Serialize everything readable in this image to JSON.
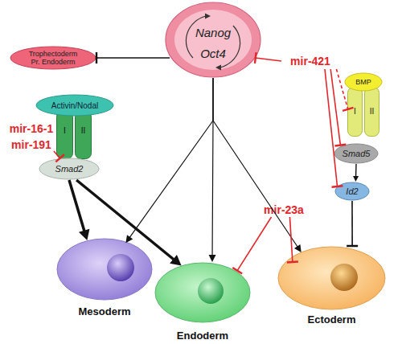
{
  "diagram": {
    "nodes": [
      {
        "text": [
          "Nanog",
          "Oct4"
        ]
      },
      {
        "text": [
          "Trophectoderm Pr. Endoderm"
        ]
      },
      {
        "text": [
          "mir-421"
        ]
      },
      {
        "text": [
          "BMP"
        ]
      },
      {
        "text": [
          "I",
          "II"
        ]
      },
      {
        "text": [
          "Activin/Nodal"
        ]
      },
      {
        "text": [
          "I",
          "II"
        ]
      },
      {
        "text": [
          "mir-16-1",
          "mir-191"
        ]
      },
      {
        "text": [
          "Smad5"
        ]
      },
      {
        "text": [
          "Smad2"
        ]
      },
      {
        "text": [
          "Id2"
        ]
      },
      {
        "text": [
          "mir-23a"
        ]
      },
      {
        "text": [
          "Mesoderm"
        ]
      },
      {
        "text": [
          "Endoderm"
        ]
      },
      {
        "text": [
          "Ectoderm"
        ]
      }
    ],
    "edges": [
      {
        "from": 0,
        "to": 1,
        "arrow": "to"
      },
      {
        "from": 2,
        "to": 0,
        "arrow": "to"
      },
      {
        "from": 2,
        "to": 4,
        "arrow": "to"
      },
      {
        "from": 2,
        "to": 8,
        "arrow": "to"
      },
      {
        "from": 2,
        "to": 10,
        "arrow": "to"
      },
      {
        "from": 7,
        "to": 9,
        "arrow": "to"
      },
      {
        "from": 9,
        "to": 12,
        "arrow": "to"
      },
      {
        "from": 9,
        "to": 13,
        "arrow": "to"
      },
      {
        "from": 0,
        "to": 12,
        "arrow": "to"
      },
      {
        "from": 0,
        "to": 13,
        "arrow": "to"
      },
      {
        "from": 0,
        "to": 14,
        "arrow": "to"
      },
      {
        "from": 8,
        "to": 10,
        "arrow": "to"
      },
      {
        "from": 10,
        "to": 14,
        "arrow": "to"
      },
      {
        "from": 11,
        "to": 13,
        "arrow": "to"
      },
      {
        "from": 11,
        "to": 14,
        "arrow": "to"
      }
    ]
  }
}
